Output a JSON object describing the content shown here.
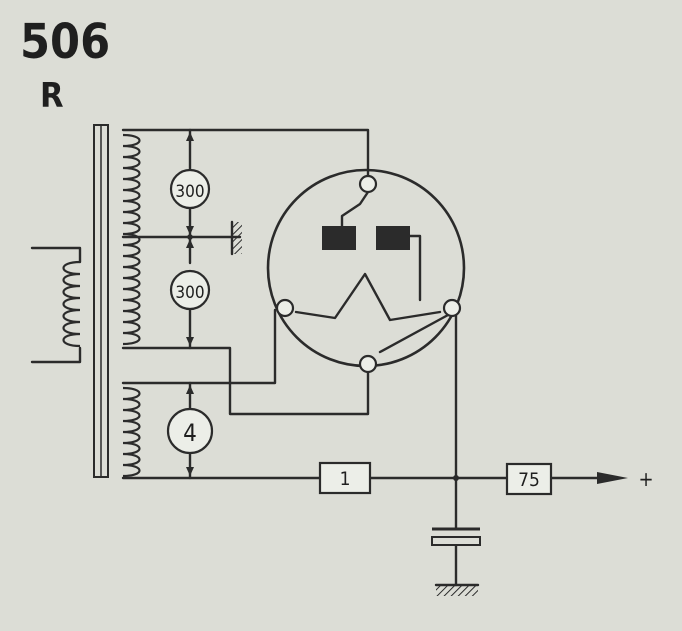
{
  "header": {
    "number": "506",
    "suffix": "R"
  },
  "meters": {
    "top": "300",
    "middle": "300",
    "bottom": "4"
  },
  "boxes": {
    "left": "1",
    "right": "75"
  },
  "output": {
    "polarity": "+"
  },
  "colors": {
    "background": "#dcddd6",
    "ink": "#2b2b2b"
  }
}
